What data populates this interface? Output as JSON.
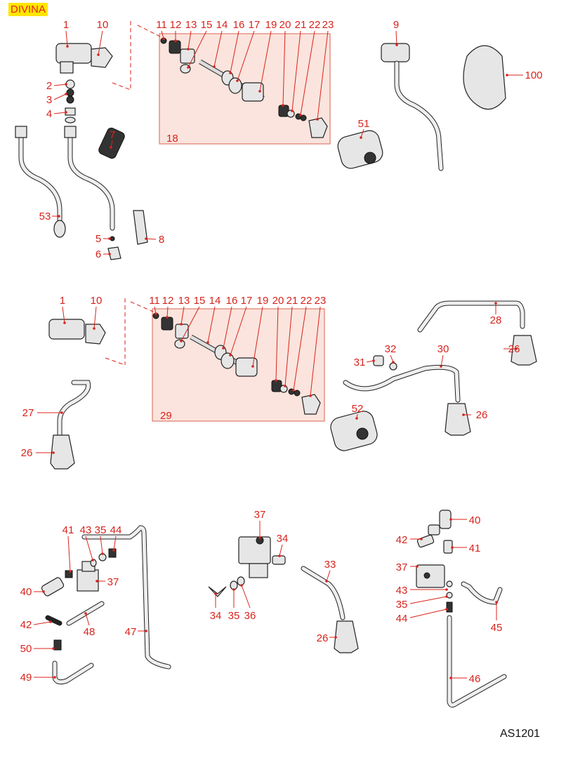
{
  "title": "DIVINA",
  "drawing_code": "AS1201",
  "accent_color": "#d8231c",
  "title_bg_color": "#ffe600",
  "callouts": [
    "1",
    "10",
    "11",
    "12",
    "13",
    "15",
    "14",
    "16",
    "17",
    "19",
    "20",
    "21",
    "22",
    "23",
    "18",
    "2",
    "3",
    "4",
    "7",
    "53",
    "5",
    "6",
    "8",
    "9",
    "100",
    "51",
    "1",
    "10",
    "11",
    "12",
    "13",
    "15",
    "14",
    "16",
    "17",
    "19",
    "20",
    "21",
    "22",
    "23",
    "29",
    "28",
    "32",
    "31",
    "30",
    "26",
    "26",
    "52",
    "27",
    "26",
    "41",
    "43",
    "35",
    "44",
    "37",
    "40",
    "42",
    "48",
    "47",
    "50",
    "49",
    "37",
    "34",
    "33",
    "34",
    "35",
    "36",
    "26",
    "40",
    "42",
    "41",
    "37",
    "43",
    "35",
    "44",
    "45",
    "46"
  ]
}
